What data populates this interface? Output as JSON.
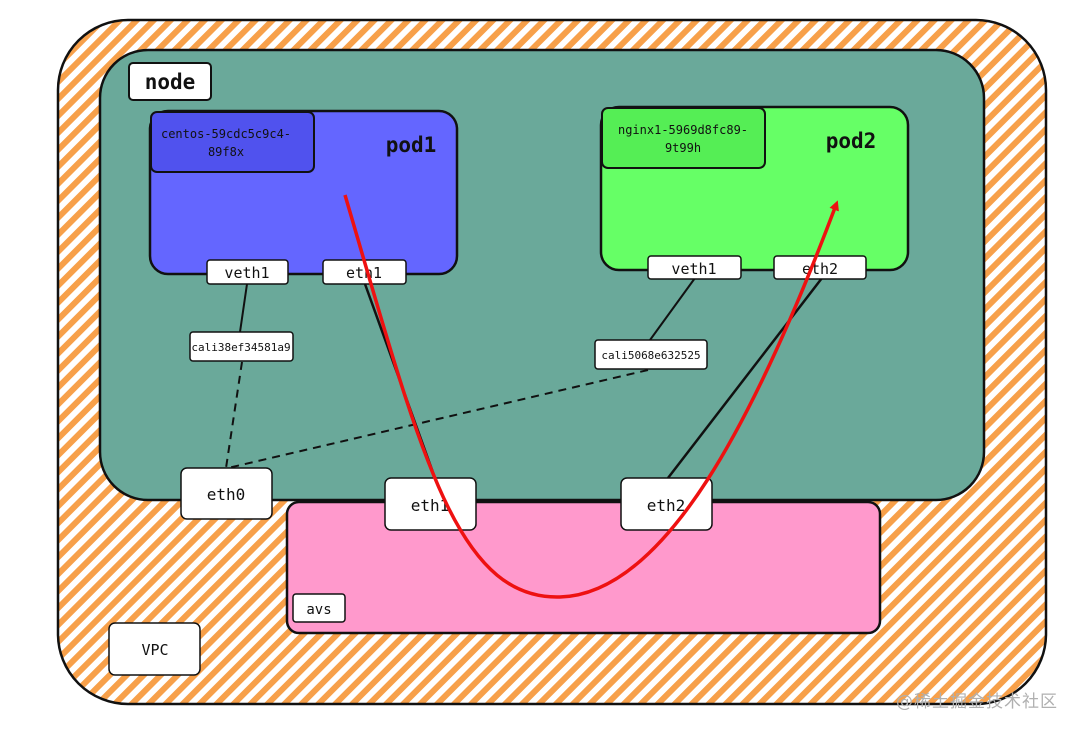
{
  "diagram": {
    "vpc": {
      "label": "VPC"
    },
    "node": {
      "label": "node"
    },
    "pod1": {
      "name": "pod1",
      "container": "centos-59cdc5c9c4-89f8x",
      "container_lines": [
        "centos-59cdc5c9c4-",
        "89f8x"
      ],
      "veth": "veth1",
      "eth": "eth1"
    },
    "pod2": {
      "name": "pod2",
      "container": "nginx1-5969d8fc89-9t99h",
      "container_lines": [
        "nginx1-5969d8fc89-",
        "9t99h"
      ],
      "veth": "veth1",
      "eth": "eth2"
    },
    "cali1": "cali38ef34581a9",
    "cali2": "cali5068e632525",
    "node_eth0": "eth0",
    "avs": {
      "label": "avs",
      "eth1": "eth1",
      "eth2": "eth2"
    }
  },
  "colors": {
    "vpc_stripe": "#f7a04a",
    "node_fill": "#6aa99a",
    "pod1_fill": "#6466ff",
    "pod2_fill": "#66ff66",
    "avs_fill": "#ff99cc",
    "flow_arrow": "#ee1111"
  },
  "watermark": "@稀土掘金技术社区"
}
